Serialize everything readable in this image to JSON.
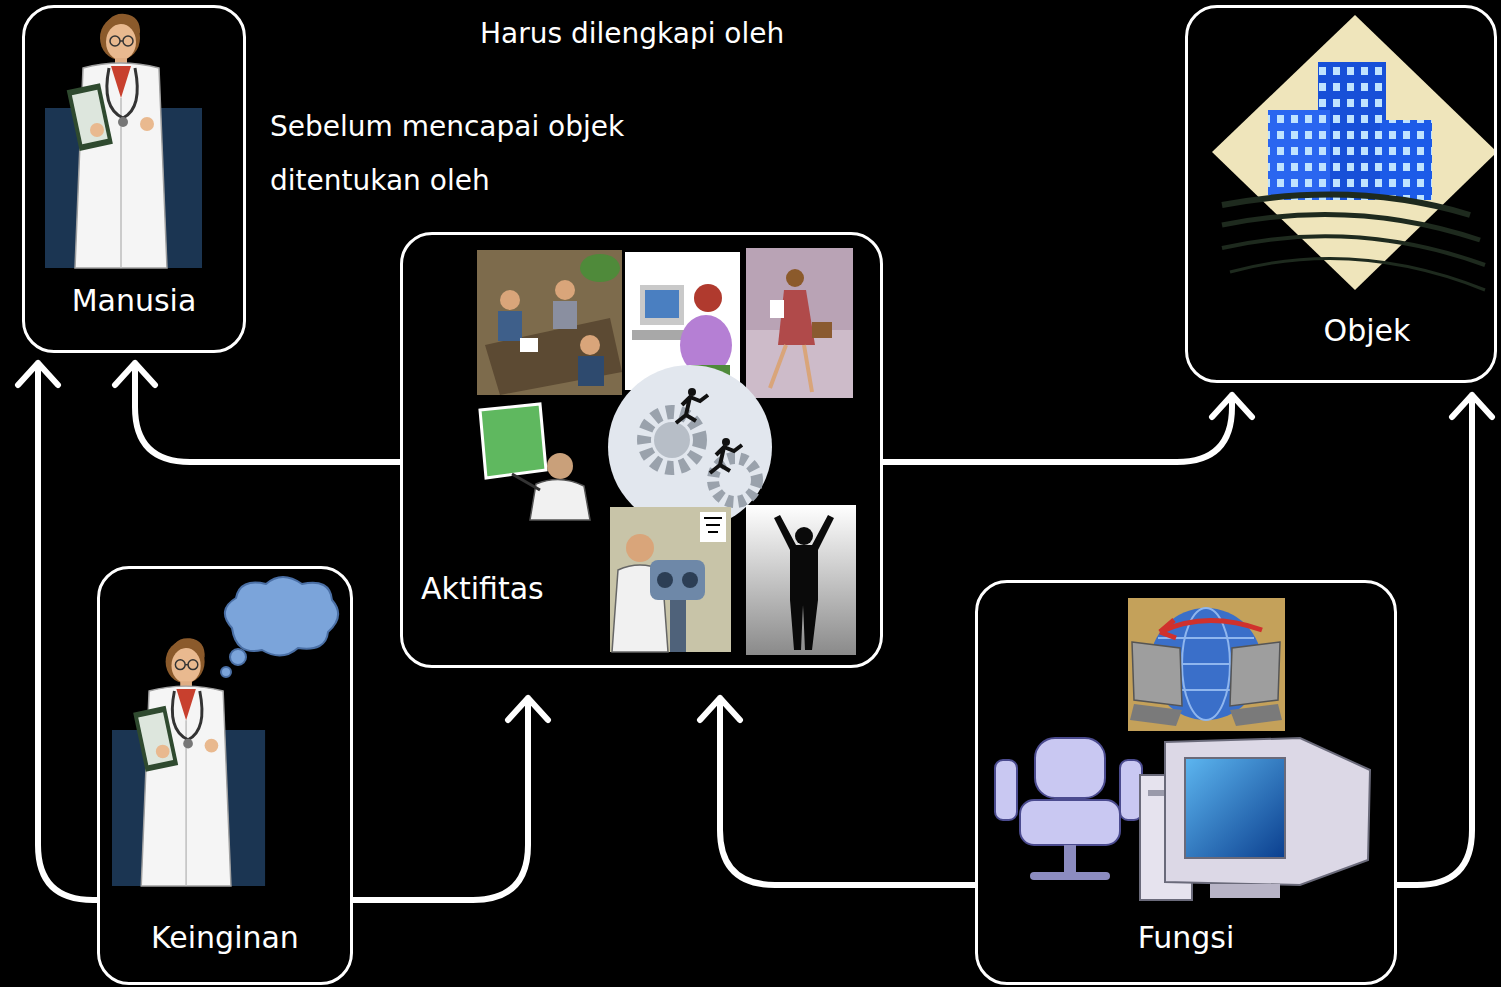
{
  "diagram": {
    "nodes": [
      {
        "text": [
          "Manusia"
        ]
      },
      {
        "text": [
          "Objek"
        ]
      },
      {
        "text": [
          "Aktifitas"
        ]
      },
      {
        "text": [
          "Keinginan"
        ]
      },
      {
        "text": [
          "Fungsi"
        ]
      }
    ],
    "edges": [
      {
        "from": 2,
        "to": 0,
        "arrow": "to"
      },
      {
        "from": 2,
        "to": 1,
        "arrow": "to"
      },
      {
        "from": 3,
        "to": 0,
        "arrow": "to"
      },
      {
        "from": 3,
        "to": 2,
        "arrow": "to"
      },
      {
        "from": 4,
        "to": 2,
        "arrow": "to"
      },
      {
        "from": 4,
        "to": 1,
        "arrow": "to"
      }
    ],
    "labels": [
      "Harus dilengkapi oleh",
      "Sebelum mencapai objek ditentukan oleh"
    ]
  }
}
